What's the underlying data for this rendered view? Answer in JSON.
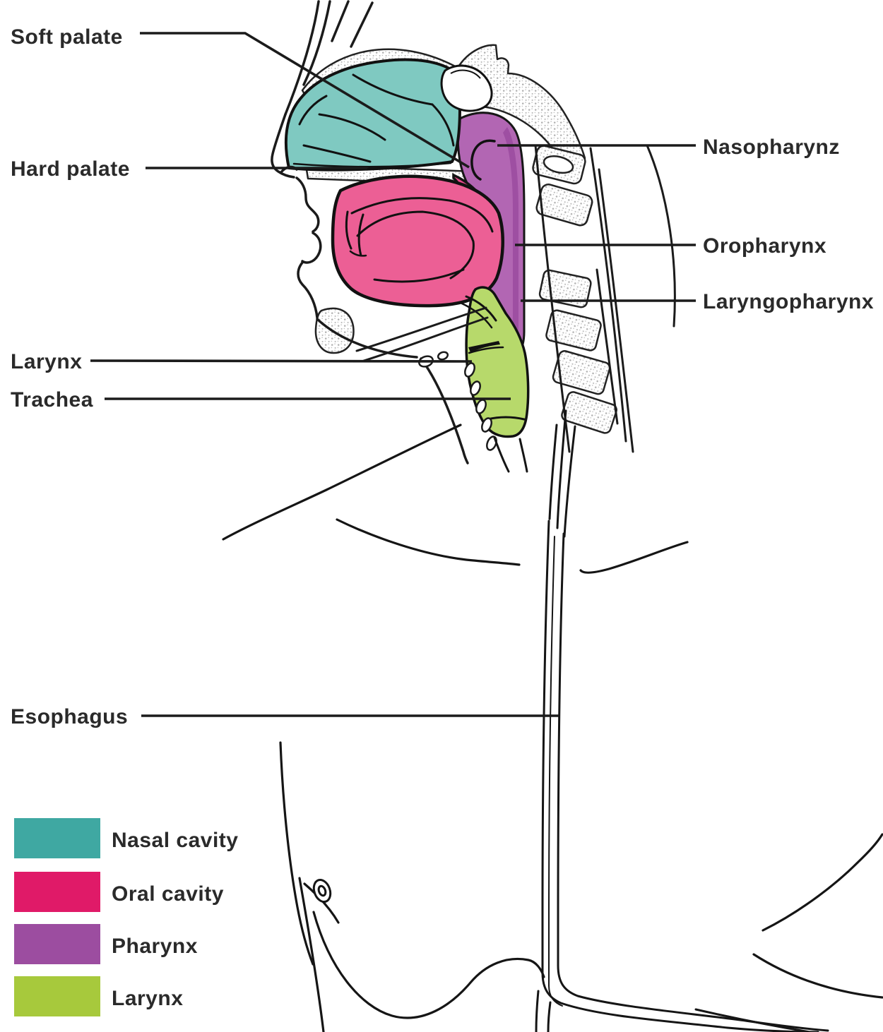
{
  "labels": {
    "soft_palate": "Soft palate",
    "hard_palate": "Hard palate",
    "larynx": "Larynx",
    "trachea": "Trachea",
    "esophagus": "Esophagus",
    "nasopharynx": "Nasopharynz",
    "oropharynx": "Oropharynx",
    "laryngopharynx": "Laryngopharynx"
  },
  "legend": {
    "items": [
      {
        "label": "Nasal cavity",
        "color": "#3fa8a2"
      },
      {
        "label": "Oral cavity",
        "color": "#e01a68"
      },
      {
        "label": "Pharynx",
        "color": "#9c4da0"
      },
      {
        "label": "Larynx",
        "color": "#a7c93c"
      }
    ]
  },
  "colors": {
    "nasal_cavity_fill": "#7fc9c1",
    "oral_cavity_fill": "#ec5f95",
    "soft_palate_fill": "#e8488b",
    "pharynx_fill": "#b266b3",
    "pharynx_shade": "#9a4b9f",
    "larynx_fill": "#b7d96b",
    "outline": "#1b1b1b"
  }
}
